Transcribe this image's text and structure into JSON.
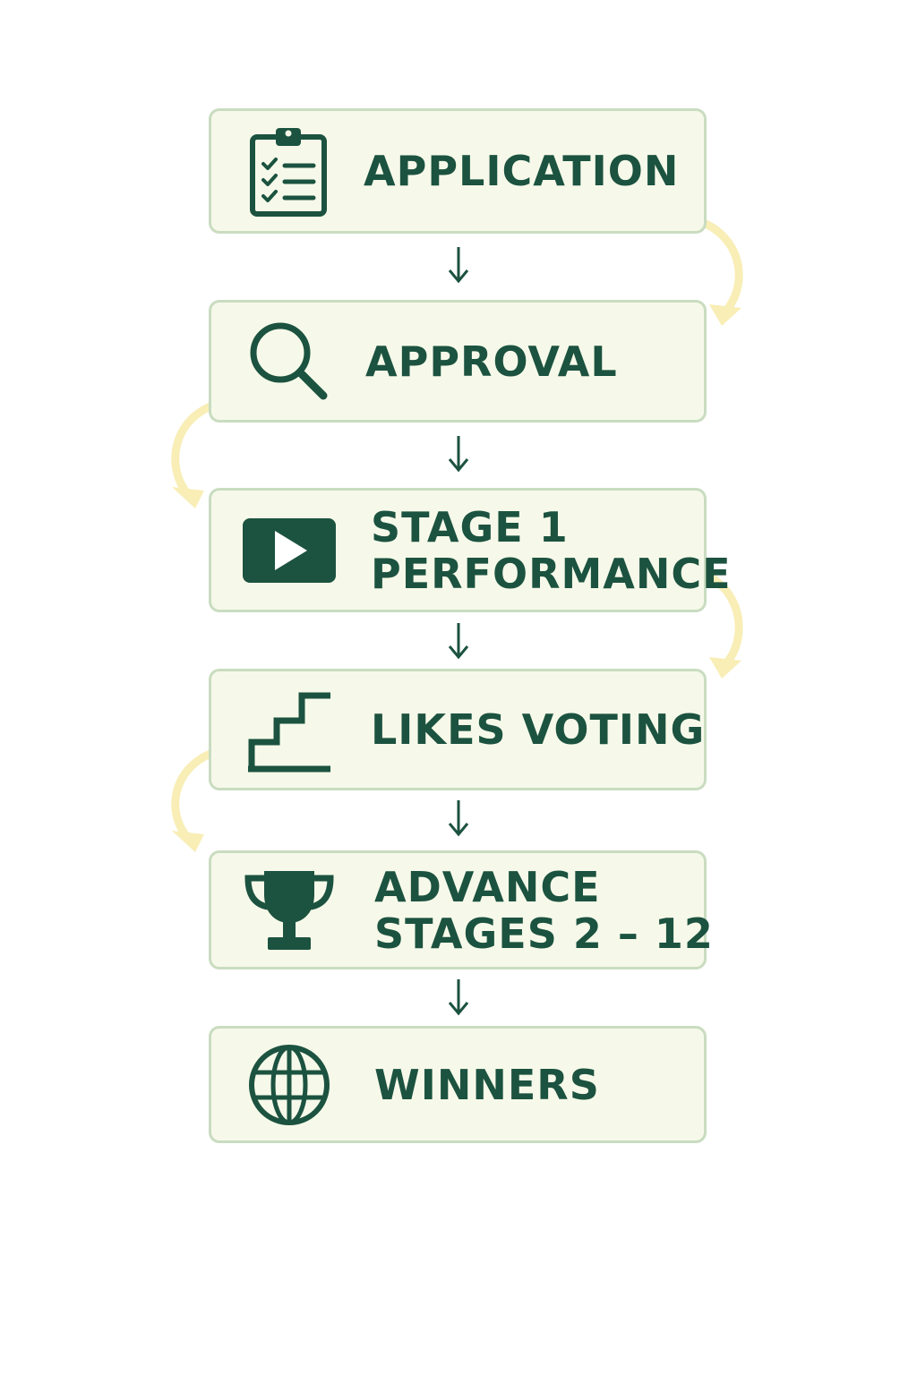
{
  "diagram": {
    "steps": [
      {
        "label_lines": [
          "APPLICATION"
        ],
        "icon": "clipboard-checklist-icon"
      },
      {
        "label_lines": [
          "APPROVAL"
        ],
        "icon": "magnifier-icon"
      },
      {
        "label_lines": [
          "STAGE 1",
          "PERFORMANCE"
        ],
        "icon": "play-video-icon"
      },
      {
        "label_lines": [
          "LIKES VOTING"
        ],
        "icon": "stairs-icon"
      },
      {
        "label_lines": [
          "ADVANCE",
          "STAGES 2 – 12"
        ],
        "icon": "trophy-icon"
      },
      {
        "label_lines": [
          "WINNERS"
        ],
        "icon": "globe-icon"
      }
    ],
    "colors": {
      "box_fill": "#f6f9e9",
      "box_border": "#c9dcc0",
      "text": "#1c5240",
      "icon": "#1c5240",
      "curve_arrow": "#f8eeb6"
    }
  }
}
